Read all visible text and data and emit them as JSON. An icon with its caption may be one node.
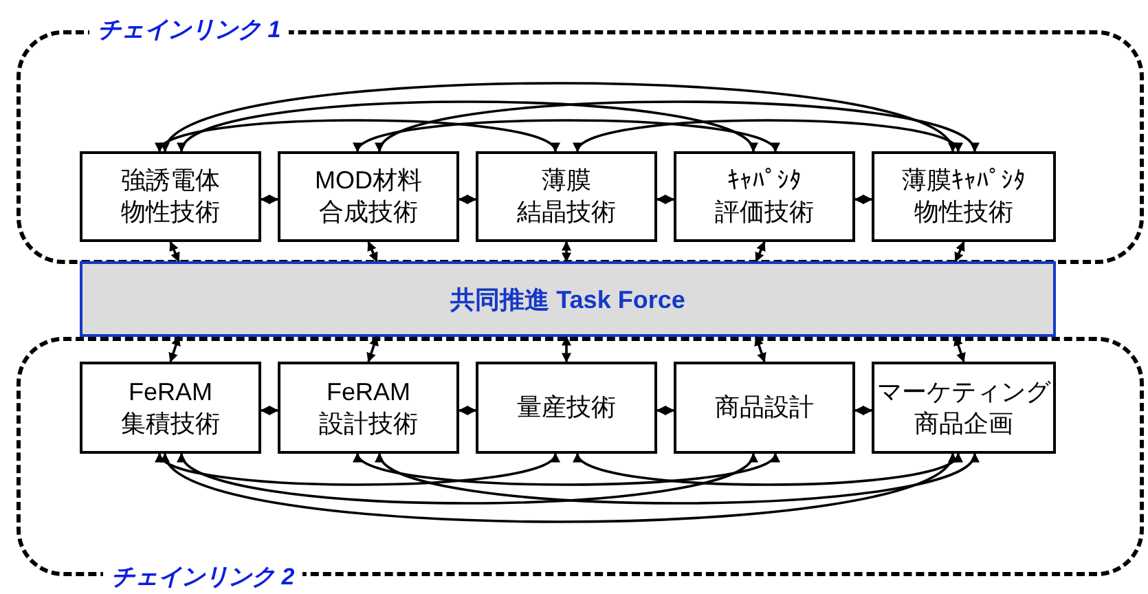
{
  "diagram": {
    "nodes": [
      {
        "text": [
          "チェインリンク 1"
        ]
      },
      {
        "text": [
          "強誘電体物性技術"
        ],
        "in": 0
      },
      {
        "text": [
          "MOD材料合成技術"
        ],
        "in": 0
      },
      {
        "text": [
          "薄膜結晶技術"
        ],
        "in": 0
      },
      {
        "text": [
          "ｷｬﾊﾟｼﾀ評価技術"
        ],
        "in": 0
      },
      {
        "text": [
          "薄膜ｷｬﾊﾟｼﾀ物性技術"
        ],
        "in": 0
      },
      {
        "text": [
          "共同推進 Task Force"
        ]
      },
      {
        "text": [
          "チェインリンク 2"
        ]
      },
      {
        "text": [
          "FeRAM集積技術"
        ],
        "in": 7
      },
      {
        "text": [
          "FeRAM設計技術"
        ],
        "in": 7
      },
      {
        "text": [
          "量産技術"
        ],
        "in": 7
      },
      {
        "text": [
          "商品設計"
        ],
        "in": 7
      },
      {
        "text": [
          "マーケティング商品企画"
        ],
        "in": 7
      }
    ],
    "edges": [
      {
        "from": 1,
        "to": 2,
        "arrow": "both"
      },
      {
        "from": 2,
        "to": 3,
        "arrow": "both"
      },
      {
        "from": 3,
        "to": 4,
        "arrow": "both"
      },
      {
        "from": 4,
        "to": 5,
        "arrow": "both"
      },
      {
        "from": 1,
        "to": 3,
        "arrow": "both"
      },
      {
        "from": 1,
        "to": 4,
        "arrow": "both"
      },
      {
        "from": 1,
        "to": 5,
        "arrow": "both"
      },
      {
        "from": 2,
        "to": 4,
        "arrow": "both"
      },
      {
        "from": 2,
        "to": 5,
        "arrow": "both"
      },
      {
        "from": 3,
        "to": 5,
        "arrow": "both"
      },
      {
        "from": 1,
        "to": 6,
        "arrow": "both"
      },
      {
        "from": 2,
        "to": 6,
        "arrow": "both"
      },
      {
        "from": 3,
        "to": 6,
        "arrow": "both"
      },
      {
        "from": 4,
        "to": 6,
        "arrow": "both"
      },
      {
        "from": 5,
        "to": 6,
        "arrow": "both"
      },
      {
        "from": 6,
        "to": 8,
        "arrow": "both"
      },
      {
        "from": 6,
        "to": 9,
        "arrow": "both"
      },
      {
        "from": 6,
        "to": 10,
        "arrow": "both"
      },
      {
        "from": 6,
        "to": 11,
        "arrow": "both"
      },
      {
        "from": 6,
        "to": 12,
        "arrow": "both"
      },
      {
        "from": 8,
        "to": 9,
        "arrow": "both"
      },
      {
        "from": 9,
        "to": 10,
        "arrow": "both"
      },
      {
        "from": 10,
        "to": 11,
        "arrow": "both"
      },
      {
        "from": 11,
        "to": 12,
        "arrow": "both"
      },
      {
        "from": 8,
        "to": 10,
        "arrow": "both"
      },
      {
        "from": 8,
        "to": 11,
        "arrow": "both"
      },
      {
        "from": 8,
        "to": 12,
        "arrow": "both"
      },
      {
        "from": 9,
        "to": 11,
        "arrow": "both"
      },
      {
        "from": 9,
        "to": 12,
        "arrow": "both"
      },
      {
        "from": 10,
        "to": 12,
        "arrow": "both"
      }
    ]
  }
}
